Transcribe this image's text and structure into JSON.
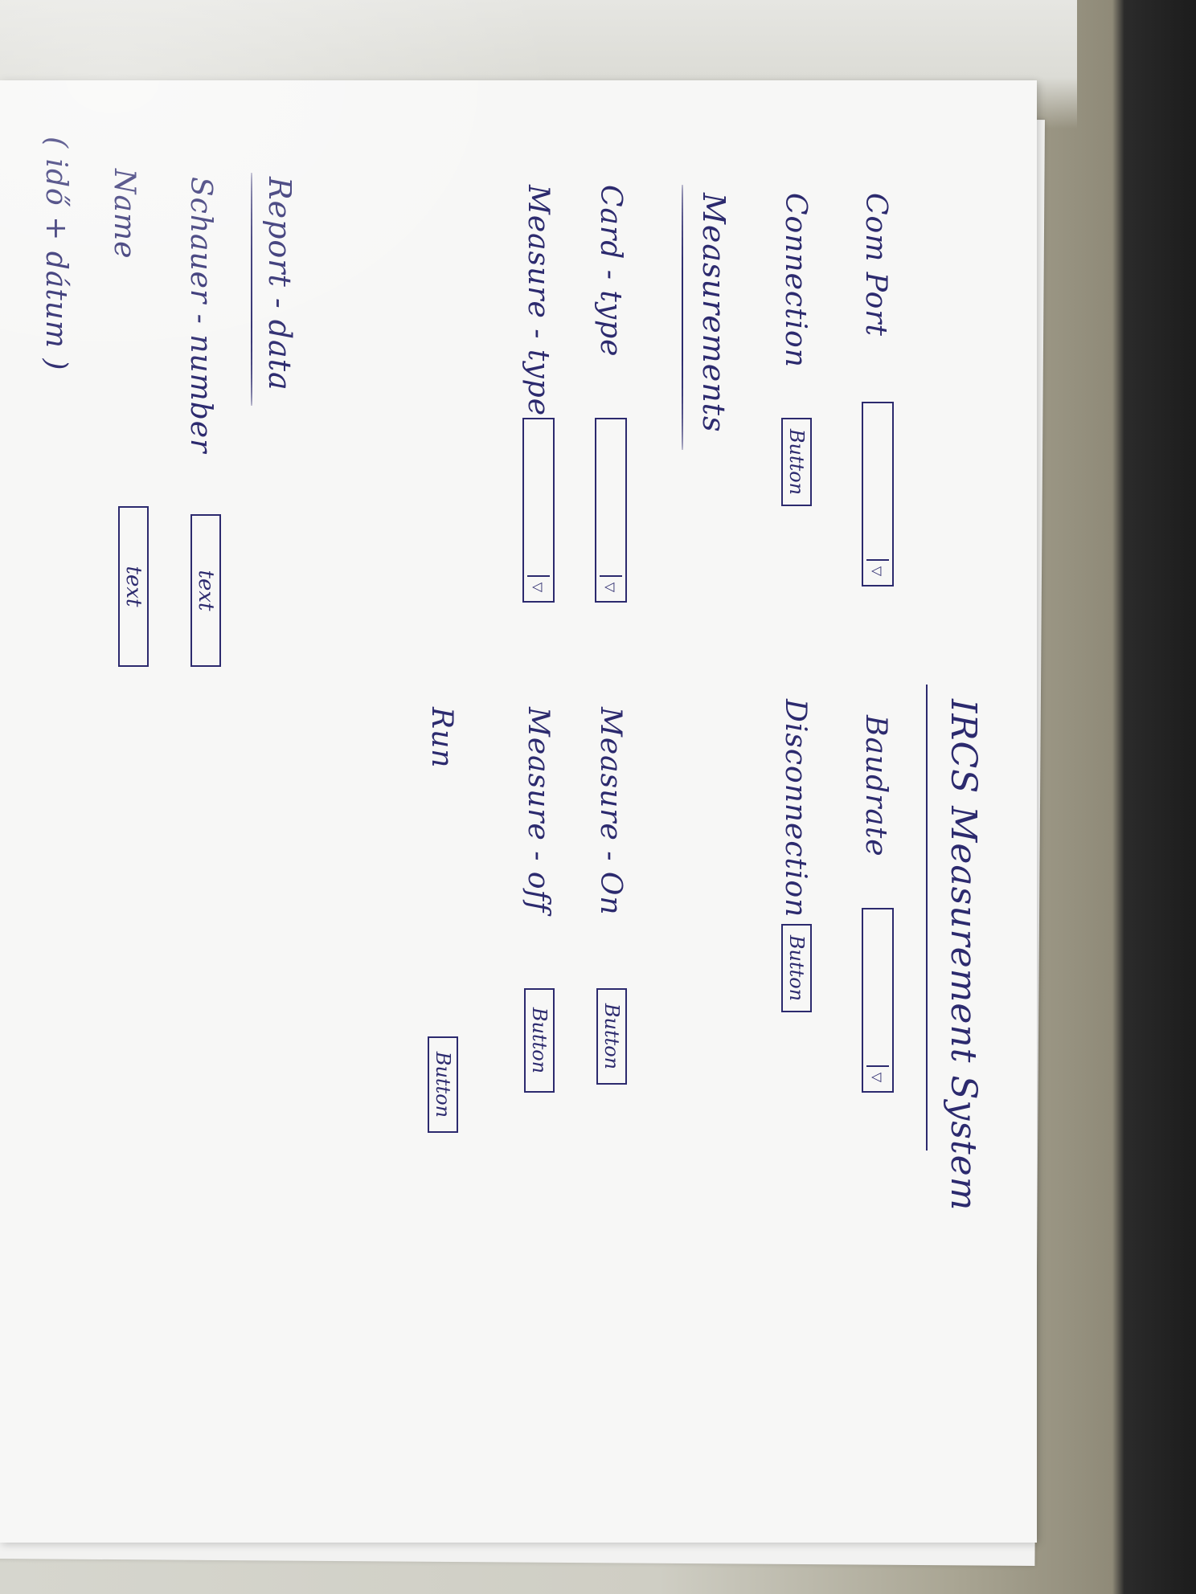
{
  "title": "IRCS Measurement System",
  "connection": {
    "com_port_label": "Com Port",
    "baudrate_label": "Baudrate",
    "connection_label": "Connection",
    "connection_button": "Button",
    "disconnection_label": "Disconnection",
    "disconnection_button": "Button",
    "dropdown_arrow": "▽"
  },
  "measurements": {
    "heading": "Measurements",
    "card_type_label": "Card - type",
    "measure_type_label": "Measure - type",
    "measure_on_label": "Measure - On",
    "measure_on_button": "Button",
    "measure_off_label": "Measure - off",
    "measure_off_button": "Button",
    "run_label": "Run",
    "run_button": "Button"
  },
  "report": {
    "heading": "Report - data",
    "schauer_number_label": "Schauer - number",
    "schauer_number_value": "text",
    "name_label": "Name",
    "name_value": "text",
    "note": "( idő + dátum )"
  }
}
